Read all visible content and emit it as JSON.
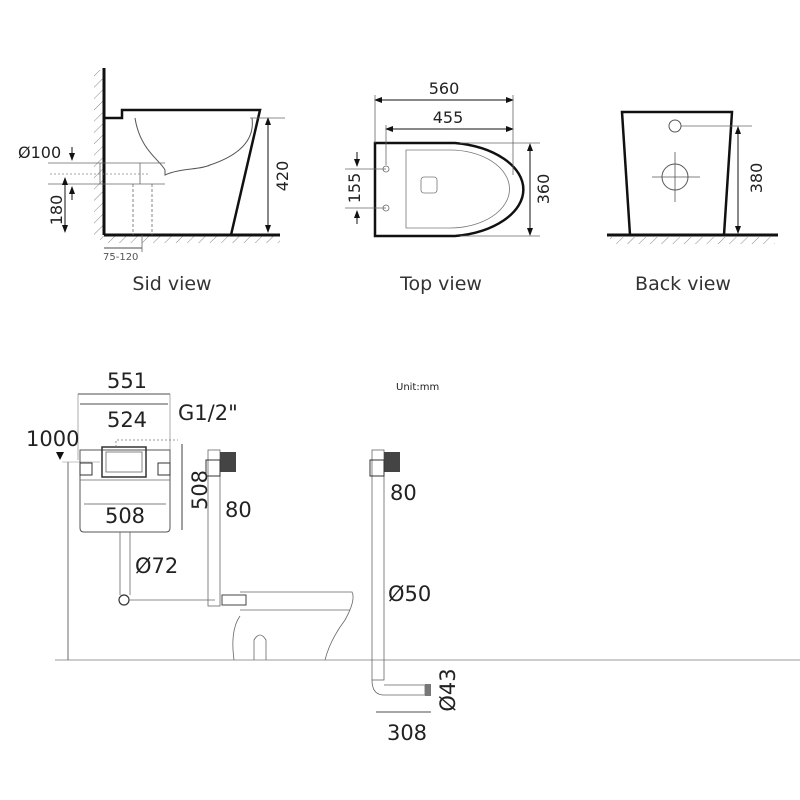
{
  "views": {
    "side": {
      "caption": "Sid view",
      "dims": {
        "pipe_diameter": "Ø100",
        "pipe_height": "180",
        "height": "420",
        "wall_offset": "75-120"
      }
    },
    "top": {
      "caption": "Top view",
      "dims": {
        "overall_length": "560",
        "hole_to_front": "455",
        "width": "360",
        "hole_spacing": "155"
      }
    },
    "back": {
      "caption": "Back view",
      "dims": {
        "inlet_height": "380"
      }
    }
  },
  "installation": {
    "unit_label": "Unit:mm",
    "cistern": {
      "outer_width": "551",
      "inner_width": "524",
      "body_width": "508",
      "height": "508",
      "top_height": "1000",
      "inlet": "G1/2\"",
      "depth": "80",
      "flush_pipe": "Ø72"
    },
    "side_frame": {
      "depth": "80",
      "pipe_diameter": "Ø50",
      "outlet_diameter": "Ø43",
      "outlet_length": "308"
    }
  },
  "colors": {
    "line": "#111111",
    "thin": "#666666",
    "text": "#222222",
    "background": "#ffffff"
  }
}
